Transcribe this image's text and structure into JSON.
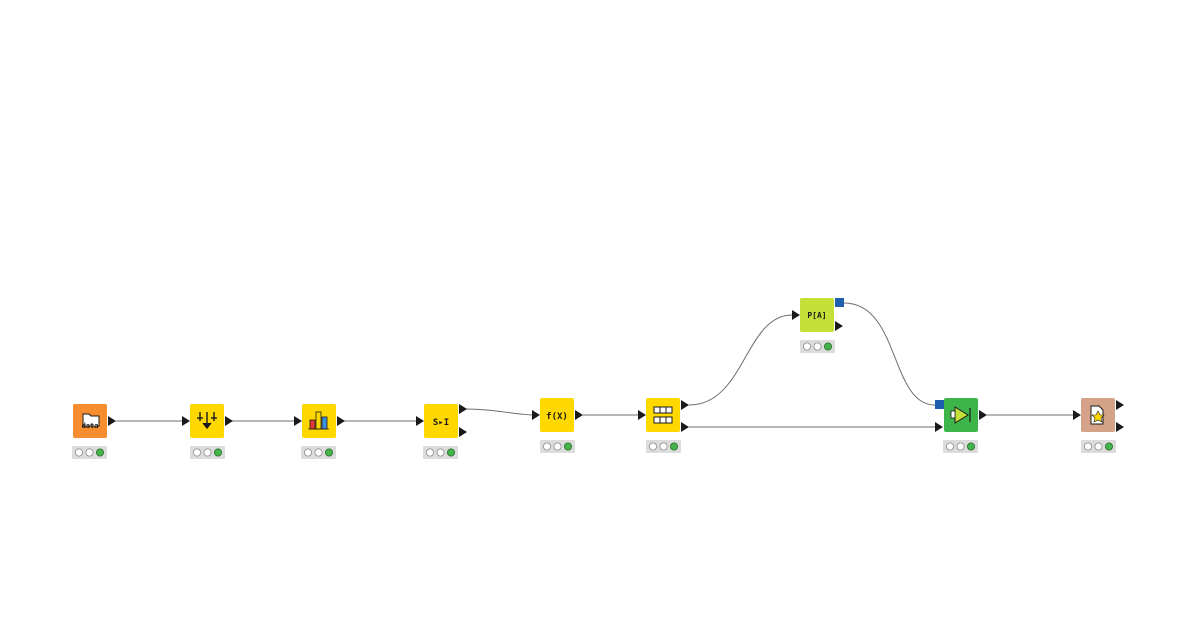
{
  "workflow": {
    "nodes": [
      {
        "id": "n1",
        "kind": "file-reader",
        "color": "#f68d2e",
        "icon": "data-folder-icon",
        "icon_text": "data",
        "status": "executed"
      },
      {
        "id": "n2",
        "kind": "filter",
        "color": "#ffd800",
        "icon": "row-filter-icon",
        "status": "executed"
      },
      {
        "id": "n3",
        "kind": "chart-view",
        "color": "#ffd800",
        "icon": "bar-chart-icon",
        "status": "executed"
      },
      {
        "id": "n4",
        "kind": "string-to-number",
        "color": "#ffd800",
        "icon": "string-to-number-icon",
        "icon_text": "S▸I",
        "status": "executed"
      },
      {
        "id": "n5",
        "kind": "math-formula",
        "color": "#ffd800",
        "icon": "math-formula-icon",
        "icon_text": "f(X)",
        "status": "executed"
      },
      {
        "id": "n6",
        "kind": "partitioning",
        "color": "#ffd800",
        "icon": "table-partition-icon",
        "status": "executed"
      },
      {
        "id": "n7",
        "kind": "learner",
        "color": "#c6e03a",
        "icon": "probability-learner-icon",
        "icon_text": "P[A]",
        "status": "executed"
      },
      {
        "id": "n8",
        "kind": "predictor",
        "color": "#3db54a",
        "icon": "predictor-icon",
        "status": "executed"
      },
      {
        "id": "n9",
        "kind": "scorer",
        "color": "#d4a286",
        "icon": "scorer-icon",
        "status": "executed"
      }
    ],
    "connections": [
      {
        "from": "n1",
        "to": "n2"
      },
      {
        "from": "n2",
        "to": "n3"
      },
      {
        "from": "n3",
        "to": "n4"
      },
      {
        "from": "n4",
        "to": "n5"
      },
      {
        "from": "n5",
        "to": "n6"
      },
      {
        "from": "n6",
        "to": "n7"
      },
      {
        "from": "n6",
        "to": "n8"
      },
      {
        "from": "n7",
        "to": "n8"
      },
      {
        "from": "n8",
        "to": "n9"
      }
    ],
    "colors": {
      "connection": "#6e6e6e",
      "model_port": "#1f5fb0",
      "status_green": "#43b34a"
    }
  }
}
